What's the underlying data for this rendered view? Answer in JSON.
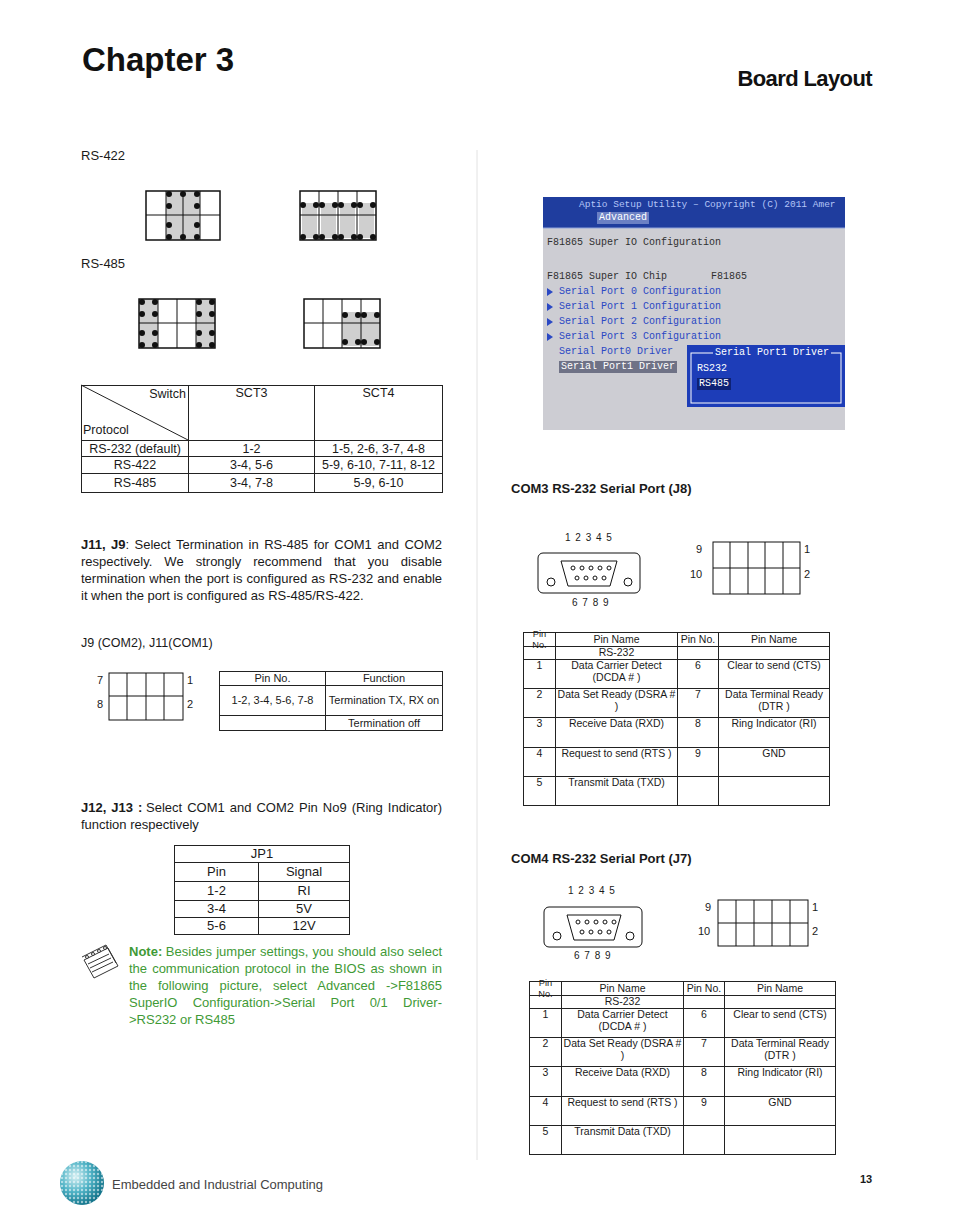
{
  "diagram": {
    "title": "Chapter 3",
    "nodes": [
      {
        "text": [
          "Aptio Setup Utility – Copyright (C) 2011 Amer",
          "Advanced",
          "F81865 Super IO Configuration",
          "F81865 Super IO Chip",
          "F81865",
          "Serial Port 0 Configuration",
          "Serial Port 1 Configuration",
          "Serial Port 2 Configuration",
          "Serial Port 3 Configuration",
          "Serial Port0 Driver",
          "Serial Port1 Driver"
        ]
      },
      {
        "text": [
          "Serial Port1 Driver",
          "RS232",
          "RS485"
        ],
        "in": 0
      }
    ],
    "labels": [
      "Board Layout",
      "RS-422",
      "RS-485",
      "Switch",
      "Protocol",
      "SCT3",
      "SCT4",
      "RS-232 (default)",
      "1-2",
      "1-5, 2-6, 3-7, 4-8",
      "RS-422",
      "3-4, 5-6",
      "5-9, 6-10, 7-11, 8-12",
      "RS-485",
      "3-4, 7-8",
      "5-9, 6-10",
      "J11, J9",
      ": Select Termination in RS-485 for COM1 and COM2 respectively. We strongly recommend that you disable termination when the port is configured as RS-232 and enable it when the port is configured as RS-485/RS-422.",
      "J9 (COM2), J11(COM1)",
      "7",
      "1",
      "8",
      "2",
      "Pin No.",
      "Function",
      "1-2, 3-4, 5-6, 7-8",
      "Termination TX, RX on",
      "Termination off",
      "J12, J13 :",
      "Select COM1 and COM2 Pin No9 (Ring Indicator) function respectively",
      "JP1",
      "Pin",
      "Signal",
      "1-2",
      "RI",
      "3-4",
      "5V",
      "5-6",
      "12V",
      "Note:",
      "Besides jumper settings, you should also select the communication protocol in the BIOS as shown in the following picture, select Advanced ->F81865 SuperIO Configuration->Serial Port 0/1 Driver->RS232 or RS485",
      "COM3 RS-232 Serial Port (J8)",
      "1 2 3 4 5",
      "6 7 8 9",
      "9",
      "1",
      "10",
      "2",
      "Pin No.",
      "Pin Name",
      "Pin No.",
      "Pin Name",
      "RS-232",
      "1",
      "Data Carrier Detect (DCDA # )",
      "6",
      "Clear to send (CTS)",
      "2",
      "Data Set Ready (DSRA # )",
      "7",
      "Data Terminal Ready (DTR )",
      "3",
      "Receive Data (RXD)",
      "8",
      "Ring Indicator (RI)",
      "4",
      "Request to send (RTS )",
      "9",
      "GND",
      "5",
      "Transmit Data (TXD)",
      "COM4 RS-232 Serial Port (J7)",
      "1 2 3 4 5",
      "6 7 8 9",
      "9",
      "1",
      "10",
      "2",
      "Pin No.",
      "Pin Name",
      "Pin No.",
      "Pin Name",
      "RS-232",
      "1",
      "Data Carrier Detect (DCDA # )",
      "6",
      "Clear to send (CTS)",
      "2",
      "Data Set Ready (DSRA # )",
      "7",
      "Data Terminal Ready (DTR )",
      "3",
      "Receive Data (RXD)",
      "8",
      "Ring Indicator (RI)",
      "4",
      "Request to send (RTS )",
      "9",
      "GND",
      "5",
      "Transmit Data (TXD)",
      "Embedded and Industrial Computing",
      "13"
    ]
  }
}
